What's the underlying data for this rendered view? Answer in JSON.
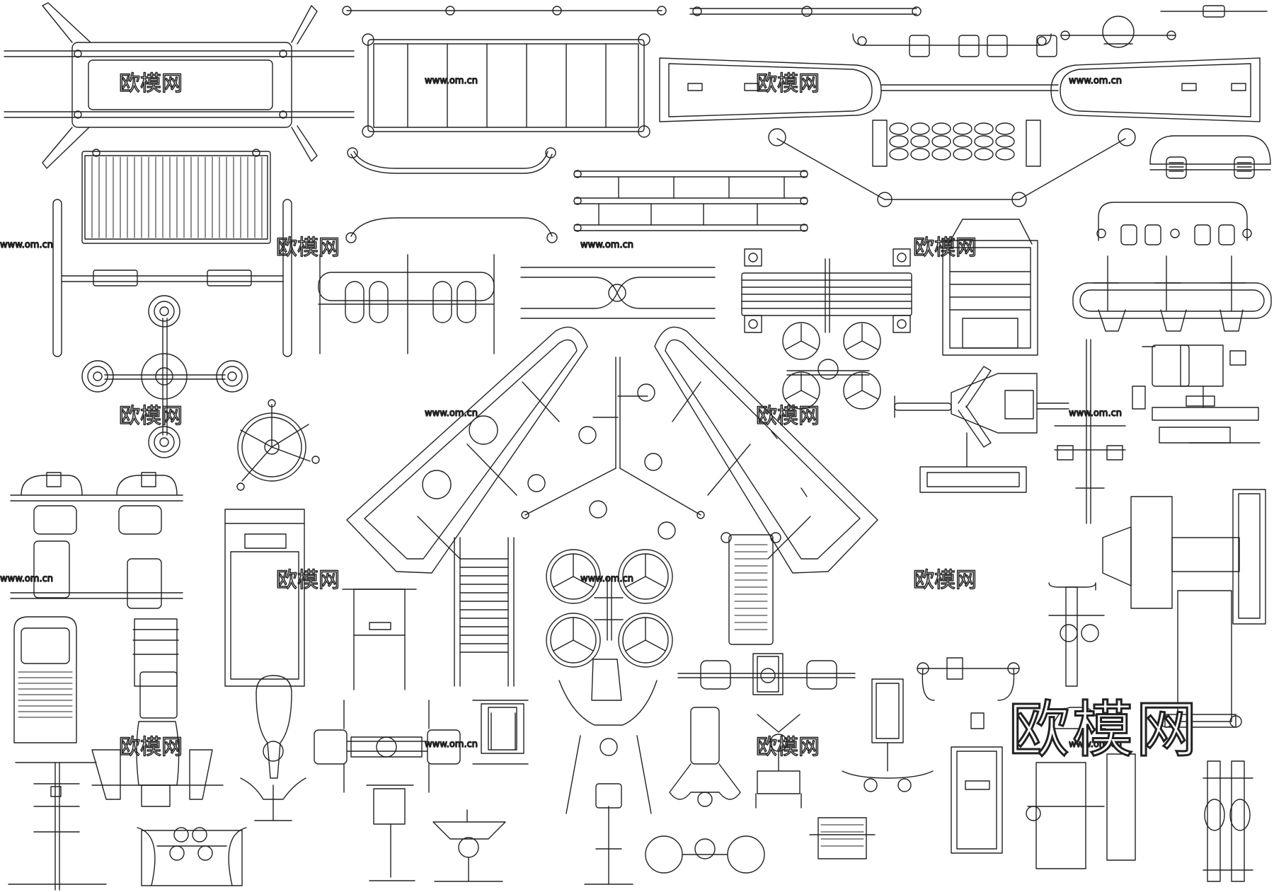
{
  "watermark": {
    "text": "欧模网",
    "url": "www.om.cn"
  },
  "brand": {
    "text": "欧模网"
  }
}
